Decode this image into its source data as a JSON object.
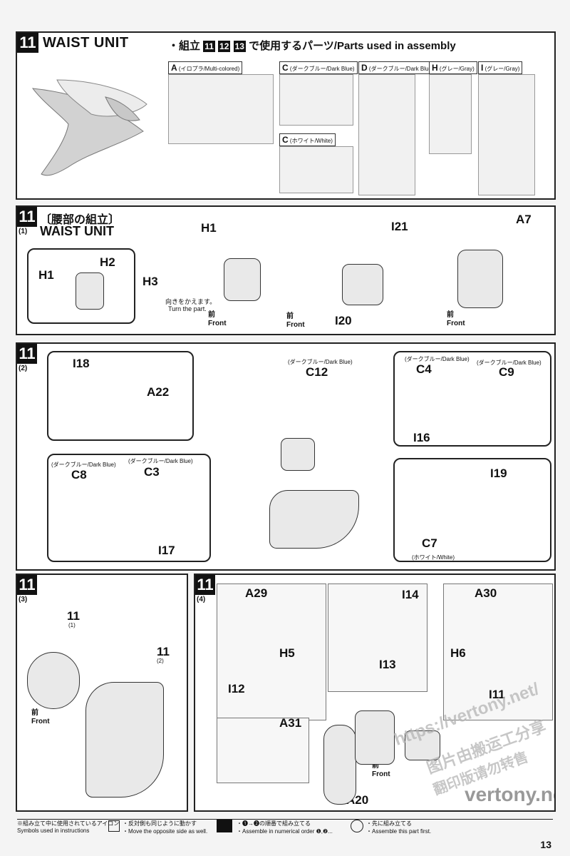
{
  "header": {
    "step": "11",
    "title": "WAIST UNIT",
    "parts_heading": "・組立",
    "parts_heading_numbers": [
      "11",
      "12",
      "13"
    ],
    "parts_heading_text": "で使用するパーツ/Parts used in assembly",
    "runners": [
      {
        "letter": "A",
        "label": "(イロプラ/Multi-colored)"
      },
      {
        "letter": "C",
        "label": "(ダークブルー/Dark Blue)"
      },
      {
        "letter": "D",
        "label": "(ダークブルー/Dark Blue)"
      },
      {
        "letter": "H",
        "label": "(グレー/Gray)"
      },
      {
        "letter": "I",
        "label": "(グレー/Gray)"
      },
      {
        "letter": "C",
        "label": "(ホワイト/White)"
      }
    ]
  },
  "step11_1": {
    "step": "11",
    "sub": "(1)",
    "title_jp": "〔腰部の組立〕",
    "title_en": "WAIST UNIT",
    "labels": [
      "H1",
      "H2",
      "H1",
      "H3",
      "I21",
      "I20",
      "A7"
    ],
    "turn_jp": "向きをかえます。",
    "turn_en": "Turn the part.",
    "front_jp": "前",
    "front_en": "Front"
  },
  "step11_2": {
    "step": "11",
    "sub": "(2)",
    "labels": [
      "I18",
      "A22",
      "C12",
      "C4",
      "C9",
      "I16",
      "C8",
      "C3",
      "I17",
      "I19",
      "C7"
    ],
    "color_notes": [
      "(ダークブルー/Dark Blue)",
      "(ダークブルー/Dark Blue)",
      "(ダークブルー/Dark Blue)",
      "(ダークブルー/Dark Blue)",
      "(ダークブルー/Dark Blue)",
      "(ホワイト/White)"
    ]
  },
  "step11_3": {
    "step": "11",
    "sub": "(3)",
    "step_refs": [
      "11",
      "(1)",
      "11",
      "(2)"
    ],
    "front_jp": "前",
    "front_en": "Front"
  },
  "step11_4": {
    "step": "11",
    "sub": "(4)",
    "labels": [
      "A29",
      "H5",
      "I12",
      "A31",
      "I14",
      "I13",
      "A30",
      "H6",
      "I11",
      "A20"
    ],
    "front_jp": "前",
    "front_en": "Front",
    "watermark_url": "https://vertony.net/",
    "watermark_cn_1": "图片由搬运工分享",
    "watermark_cn_2": "翻印版请勿转售",
    "watermark_site": "vertony.net"
  },
  "footer": {
    "icons_title_jp": "※組み立て中に使用されているアイコン",
    "icons_title_en": "Symbols used in instructions",
    "symbol1_jp": "・反対側も同じように動かす",
    "symbol1_en": "・Move the opposite side as well.",
    "symbol2_jp": "・❶→❷の順番で組み立てる",
    "symbol2_en": "・Assemble in numerical order ❶,❷...",
    "symbol3_jp": "・先に組み立てる",
    "symbol3_en": "・Assemble this part first.",
    "page_number": "13"
  }
}
